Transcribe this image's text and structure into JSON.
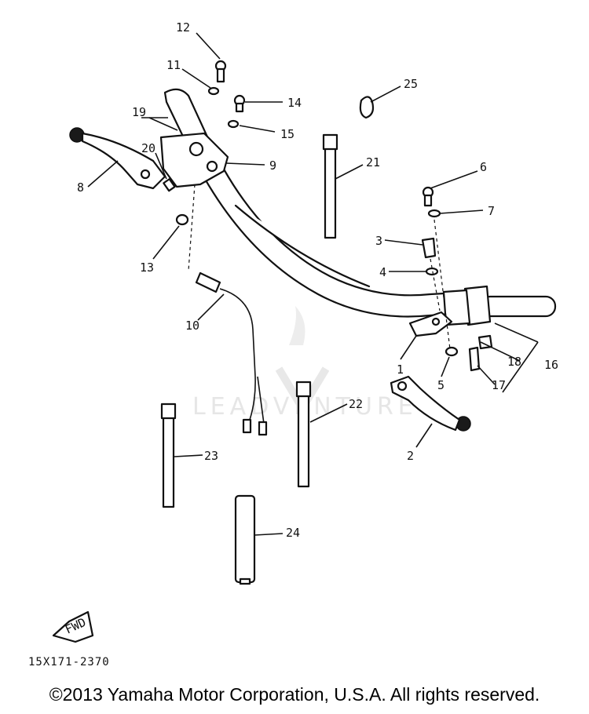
{
  "diagram": {
    "callouts": [
      "1",
      "2",
      "3",
      "4",
      "5",
      "6",
      "7",
      "8",
      "9",
      "10",
      "11",
      "12",
      "13",
      "14",
      "15",
      "16",
      "17",
      "18",
      "19",
      "20",
      "21",
      "22",
      "23",
      "24",
      "25"
    ],
    "fwd_label": "FWD",
    "drawing_code": "15X171-2370"
  },
  "watermark": {
    "text": "LEADVENTURE"
  },
  "footer": {
    "copyright": "©2013 Yamaha Motor Corporation, U.S.A. All rights reserved."
  }
}
